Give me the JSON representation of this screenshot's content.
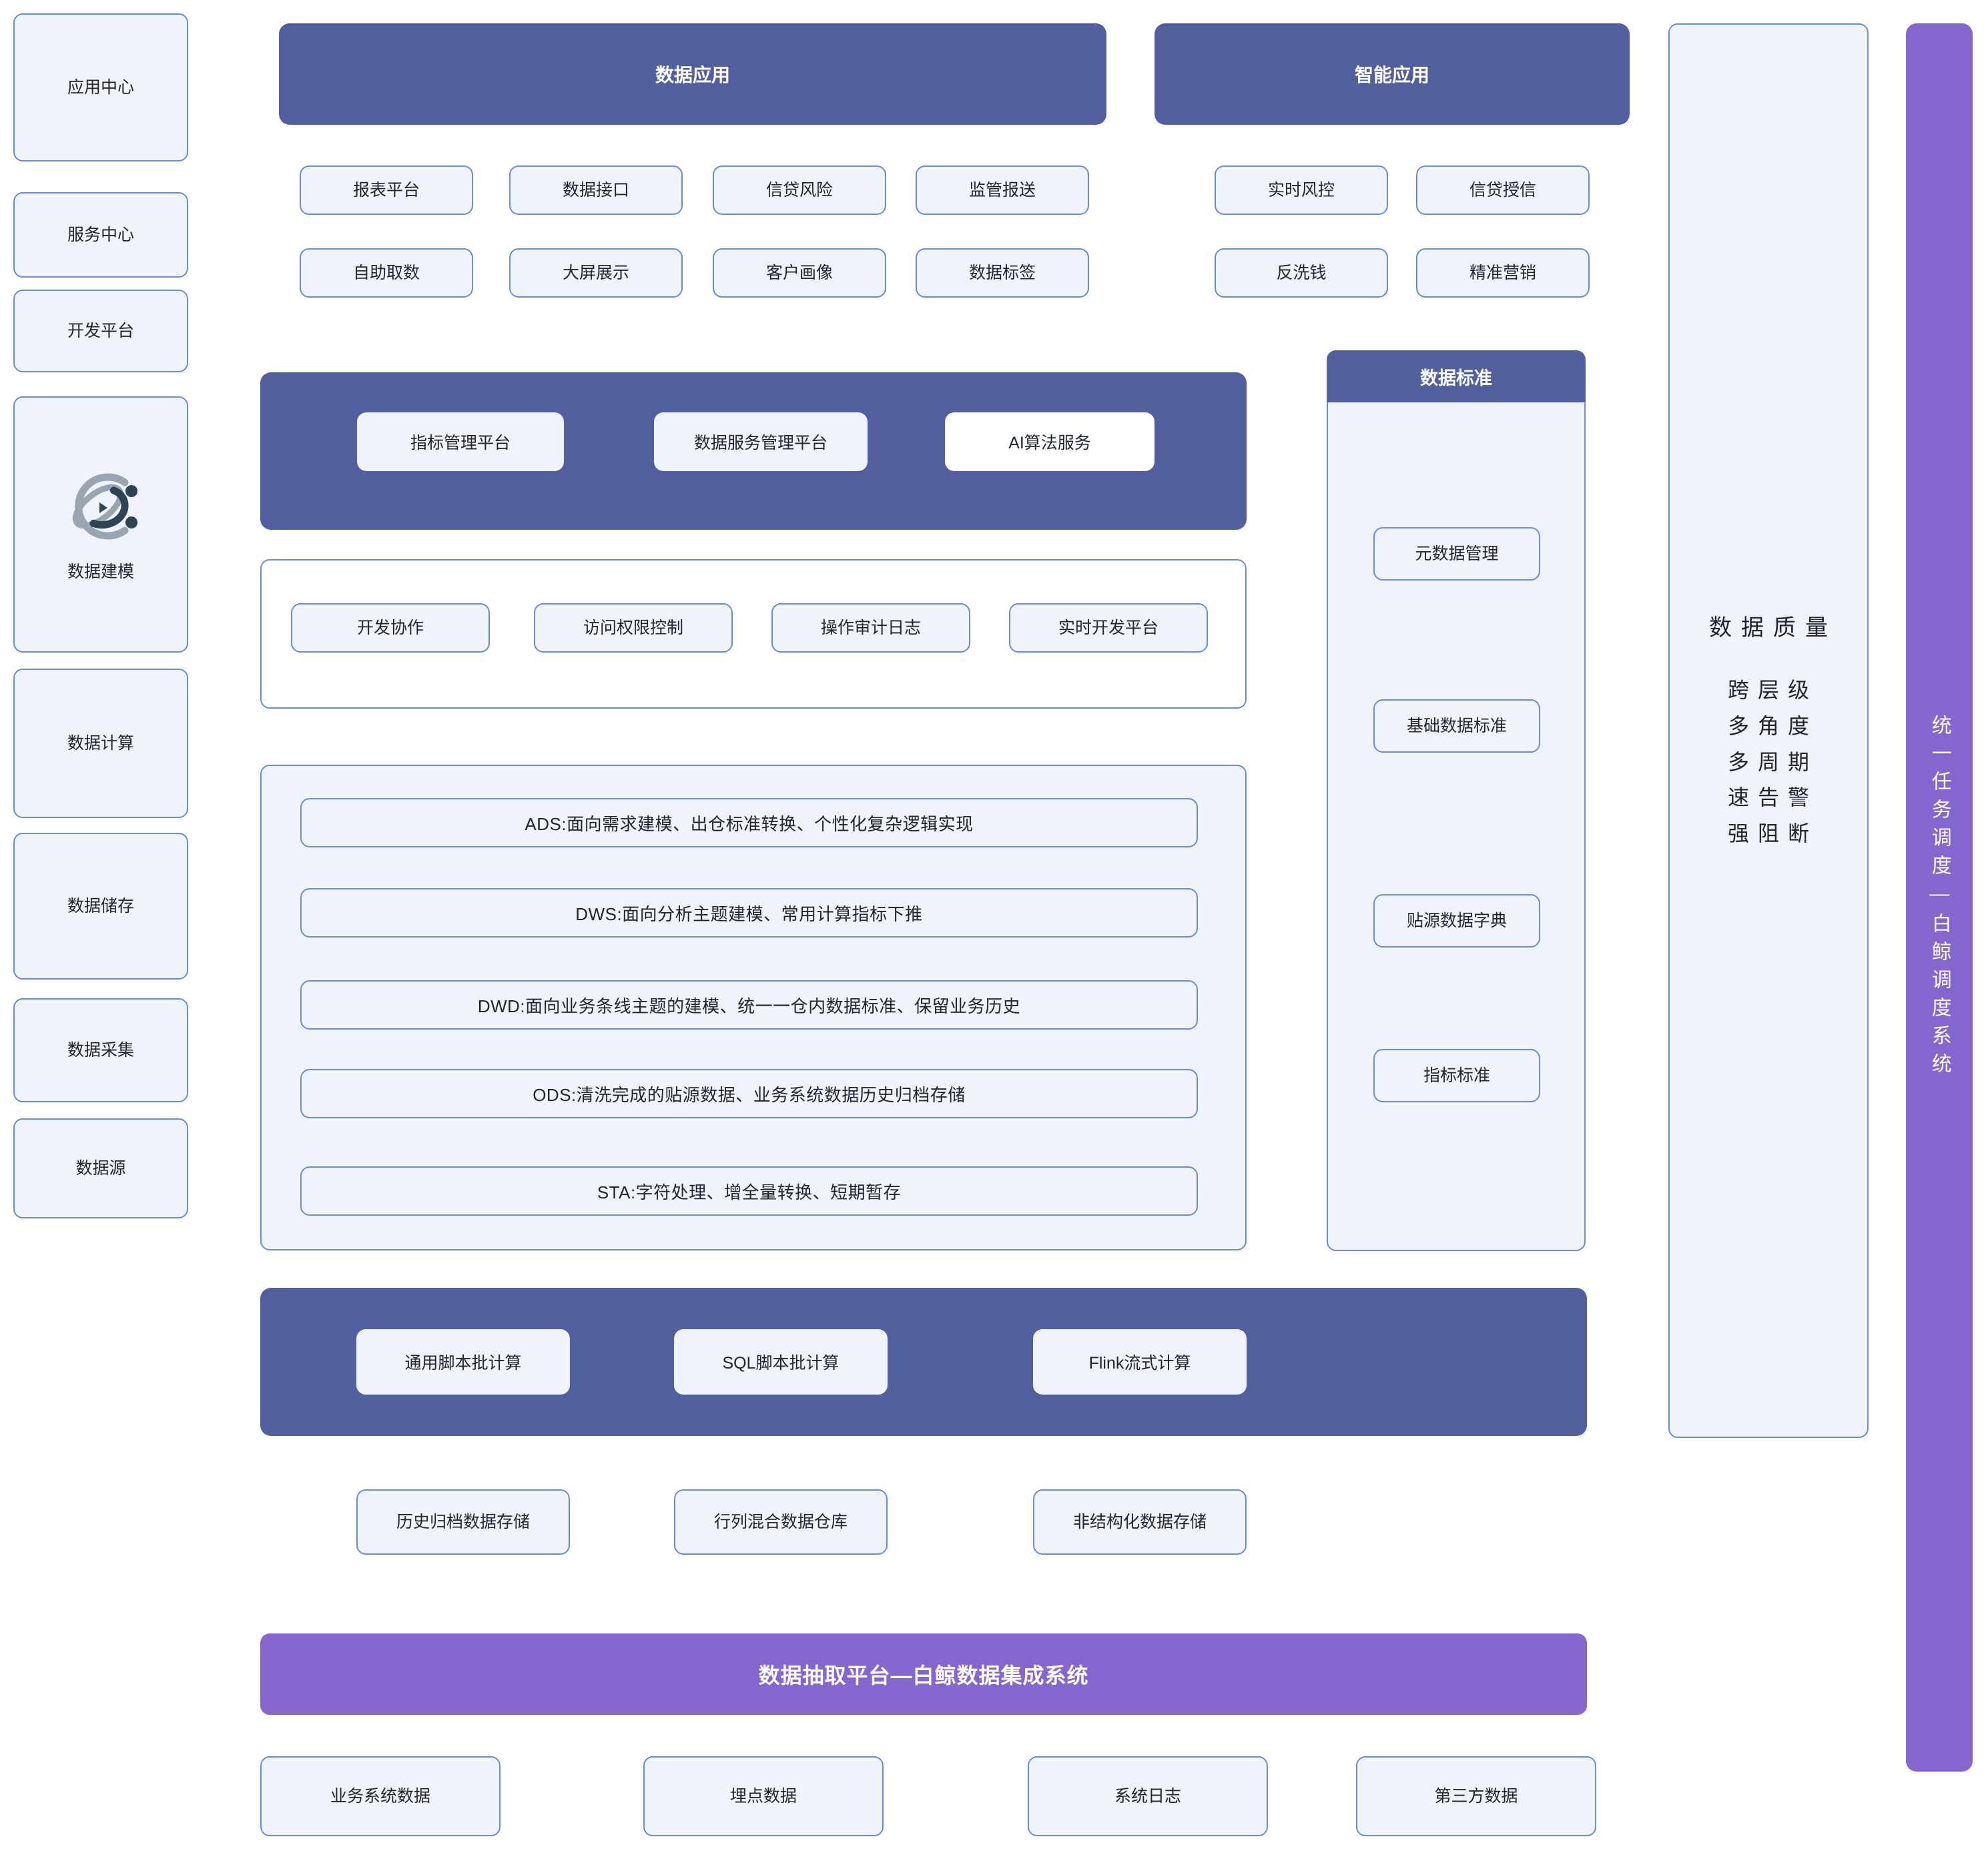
{
  "rail": {
    "items": [
      {
        "label": "应用中心"
      },
      {
        "label": "服务中心"
      },
      {
        "label": "开发平台"
      },
      {
        "label": "数据建模"
      },
      {
        "label": "数据计算"
      },
      {
        "label": "数据储存"
      },
      {
        "label": "数据采集"
      },
      {
        "label": "数据源"
      }
    ]
  },
  "application_center": {
    "data_application": {
      "title": "数据应用",
      "tiles": [
        "报表平台",
        "数据接口",
        "信贷风险",
        "监管报送",
        "自助取数",
        "大屏展示",
        "客户画像",
        "数据标签"
      ]
    },
    "intelligent_application": {
      "title": "智能应用",
      "tiles": [
        "实时风控",
        "信贷授信",
        "反洗钱",
        "精准营销"
      ]
    }
  },
  "service_center": {
    "tiles": [
      "指标管理平台",
      "数据服务管理平台",
      "AI算法服务"
    ]
  },
  "dev_platform": {
    "tiles": [
      "开发协作",
      "访问权限控制",
      "操作审计日志",
      "实时开发平台"
    ]
  },
  "data_modeling": {
    "layers": [
      "ADS:面向需求建模、出仓标准转换、个性化复杂逻辑实现",
      "DWS:面向分析主题建模、常用计算指标下推",
      "DWD:面向业务条线主题的建模、统一一仓内数据标准、保留业务历史",
      "ODS:清洗完成的贴源数据、业务系统数据历史归档存储",
      "STA:字符处理、增全量转换、短期暂存"
    ]
  },
  "data_standard": {
    "title": "数据标准",
    "tiles": [
      "元数据管理",
      "基础数据标准",
      "贴源数据字典",
      "指标标准"
    ]
  },
  "data_quality": {
    "title": "数据质量",
    "lines": [
      "跨层级",
      "多角度",
      "多周期",
      "速告警",
      "强阻断"
    ]
  },
  "scheduler": {
    "label": "统一任务调度—白鲸调度系统"
  },
  "data_compute": {
    "tiles": [
      "通用脚本批计算",
      "SQL脚本批计算",
      "Flink流式计算"
    ]
  },
  "data_storage": {
    "tiles": [
      "历史归档数据存储",
      "行列混合数据仓库",
      "非结构化数据存储"
    ]
  },
  "data_collection": {
    "label": "数据抽取平台—白鲸数据集成系统"
  },
  "data_source": {
    "tiles": [
      "业务系统数据",
      "埋点数据",
      "系统日志",
      "第三方数据"
    ]
  },
  "colors": {
    "band_blue": "#515f9e",
    "box_fill": "#eef3fc",
    "box_border": "#6b8bd4",
    "purple": "#8466ce",
    "logo_ring": "#9aa5b1",
    "logo_dark": "#2d4358"
  }
}
